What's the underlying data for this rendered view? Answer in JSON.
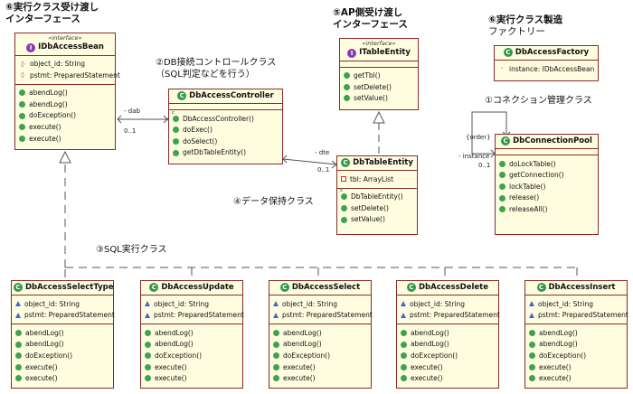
{
  "labels": {
    "bean_l1": "⑥実行クラス受け渡し",
    "bean_l2": "インターフェース",
    "controller_l1": "②DB接続コントロールクラス",
    "controller_l2": "（SQL判定などを行う）",
    "tableentity_l1": "⑤AP側受け渡し",
    "tableentity_l2": "インターフェース",
    "factory_l1": "⑥実行クラス製造",
    "factory_l2": "ファクトリー",
    "pool": "①コネクション管理クラス",
    "data": "④データ保持クラス",
    "sql": "③SQL実行クラス"
  },
  "assoc": {
    "dab": "- dab",
    "dab_mult": "0..1",
    "dte": "- dte",
    "dte_mult": "0..1",
    "order": "{order}",
    "instance": "- instance",
    "instance_mult": "0..1"
  },
  "classes": {
    "bean": {
      "stereotype": "«interface»",
      "name": "IDbAccessBean",
      "fields": [
        "object_id: String",
        "pstmt: PreparedStatement"
      ],
      "methods": [
        "abendLog()",
        "abendLog()",
        "doException()",
        "execute()",
        "execute()"
      ]
    },
    "controller": {
      "name": "DbAccessController",
      "methods": [
        "DbAccessController()",
        "doExec()",
        "doSelect()",
        "getDbTableEntity()"
      ]
    },
    "tableentity": {
      "stereotype": "«interface»",
      "name": "ITableEntity",
      "methods": [
        "getTbl()",
        "setDelete()",
        "setValue()"
      ]
    },
    "factory": {
      "name": "DbAccessFactory",
      "fields": [
        "instance: IDbAccessBean"
      ]
    },
    "pool": {
      "name": "DbConnectionPool",
      "methods": [
        "doLockTable()",
        "getConnection()",
        "lockTable()",
        "release()",
        "releaseAll()"
      ]
    },
    "dbtable": {
      "name": "DbTableEntity",
      "fields": [
        "tbl: ArrayList"
      ],
      "methods": [
        "DbTableEntity()",
        "setDelete()",
        "setValue()"
      ]
    },
    "impls": [
      {
        "name": "DbAccessSelectType",
        "fields": [
          "object_id: String",
          "pstmt: PreparedStatement"
        ],
        "methods": [
          "abendLog()",
          "abendLog()",
          "doException()",
          "execute()",
          "execute()"
        ]
      },
      {
        "name": "DbAccessUpdate",
        "fields": [
          "object_id: String",
          "pstmt: PreparedStatement"
        ],
        "methods": [
          "abendLog()",
          "abendLog()",
          "doException()",
          "execute()",
          "execute()"
        ]
      },
      {
        "name": "DbAccessSelect",
        "fields": [
          "object_id: String",
          "pstmt: PreparedStatement"
        ],
        "methods": [
          "abendLog()",
          "abendLog()",
          "doException()",
          "execute()",
          "execute()"
        ]
      },
      {
        "name": "DbAccessDelete",
        "fields": [
          "object_id: String",
          "pstmt: PreparedStatement"
        ],
        "methods": [
          "abendLog()",
          "abendLog()",
          "doException()",
          "execute()",
          "execute()"
        ]
      },
      {
        "name": "DbAccessInsert",
        "fields": [
          "object_id: String",
          "pstmt: PreparedStatement"
        ],
        "methods": [
          "abendLog()",
          "abendLog()",
          "doException()",
          "execute()",
          "execute()"
        ]
      }
    ]
  },
  "colors": {
    "box_fill": "#fffde0",
    "box_border": "#8a2a2a",
    "class_badge": "#2e9a46",
    "interface_badge": "#8a38b6",
    "method_dot": "#3ea34e",
    "field_triangle": "#4466cc"
  }
}
